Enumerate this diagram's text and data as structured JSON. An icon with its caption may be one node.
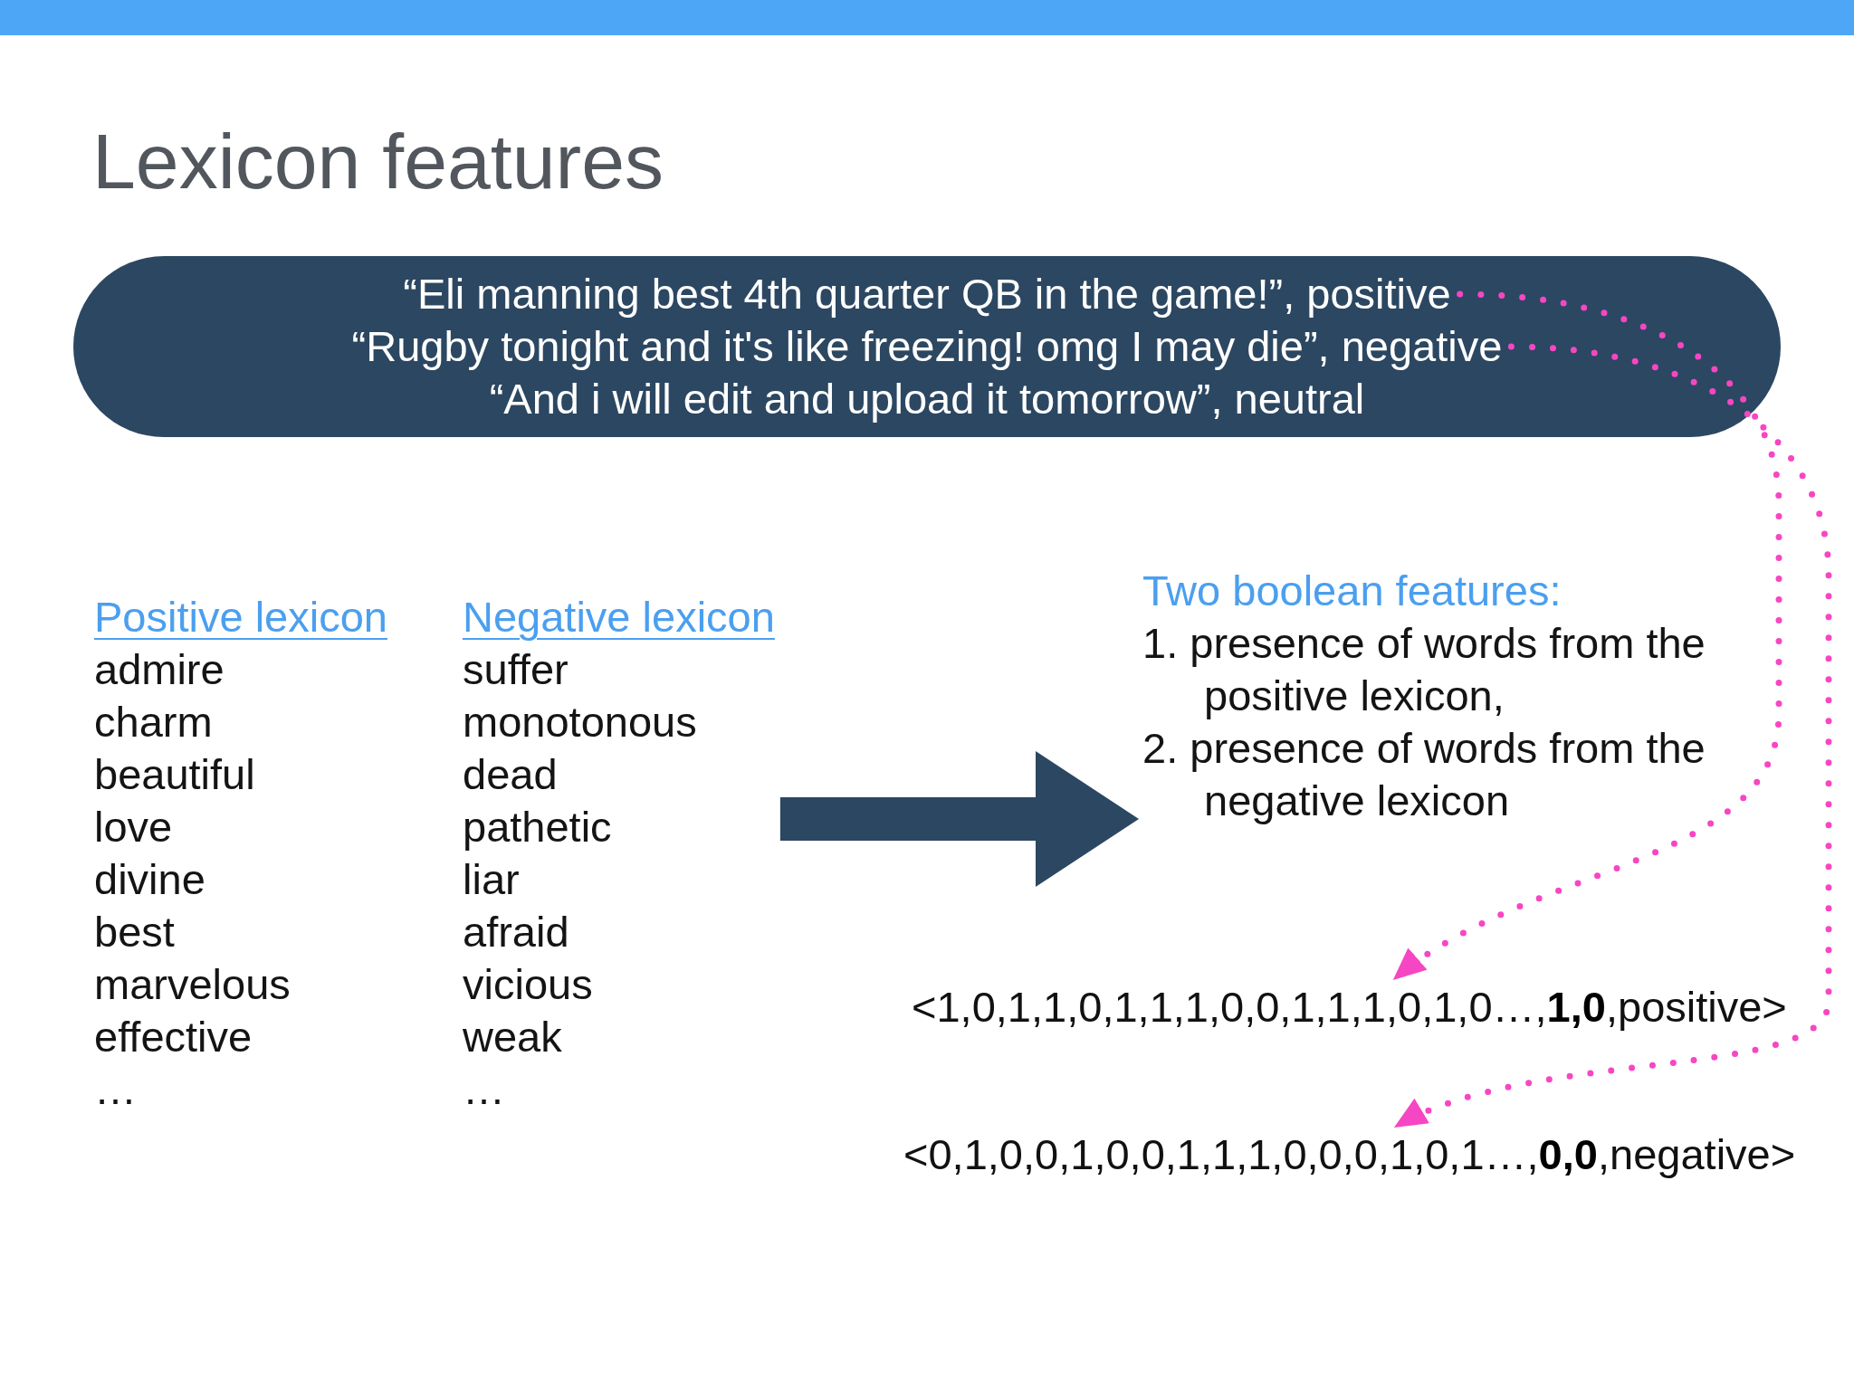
{
  "diagram": {
    "title": "Lexicon features",
    "nodes": [
      {
        "text": [],
        "shape": "bar"
      },
      {
        "text": [],
        "shape": "box"
      },
      {
        "text": [
          "“Eli manning best 4th quarter QB in the game!”, positive"
        ],
        "in": 1
      },
      {
        "text": [
          "“Rugby tonight and it's like freezing! omg I may die”, negative"
        ],
        "in": 1
      },
      {
        "text": [
          "“And i will edit and upload it tomorrow”, neutral"
        ],
        "in": 1
      },
      {
        "text": [
          "Positive lexicon",
          "admire",
          "charm",
          "beautiful",
          "love",
          "divine",
          "best",
          "marvelous",
          "effective",
          "…"
        ]
      },
      {
        "text": [
          "Negative lexicon",
          "suffer",
          "monotonous",
          "dead",
          "pathetic",
          "liar",
          "afraid",
          "vicious",
          "weak",
          "…"
        ]
      },
      {
        "text": [
          "Two boolean features:",
          "1. presence of words from the positive lexicon,",
          "2. presence of words from the negative lexicon"
        ]
      },
      {
        "text": [
          "<1,0,1,1,0,1,1,1,0,0,1,1,1,0,1,0…,**1,0**,positive>"
        ]
      },
      {
        "text": [
          "<0,1,0,0,1,0,0,1,1,1,0,0,0,1,0,1…,**0,0**,negative>"
        ]
      }
    ],
    "edges": [
      {
        "from": 2,
        "to": 8,
        "arrow": "to",
        "style": "dashed"
      },
      {
        "from": 3,
        "to": 9,
        "arrow": "to",
        "style": "dashed"
      },
      {
        "from": 6,
        "to": 7,
        "arrow": "to",
        "style": "thick",
        "color": "#2c4761"
      }
    ]
  }
}
